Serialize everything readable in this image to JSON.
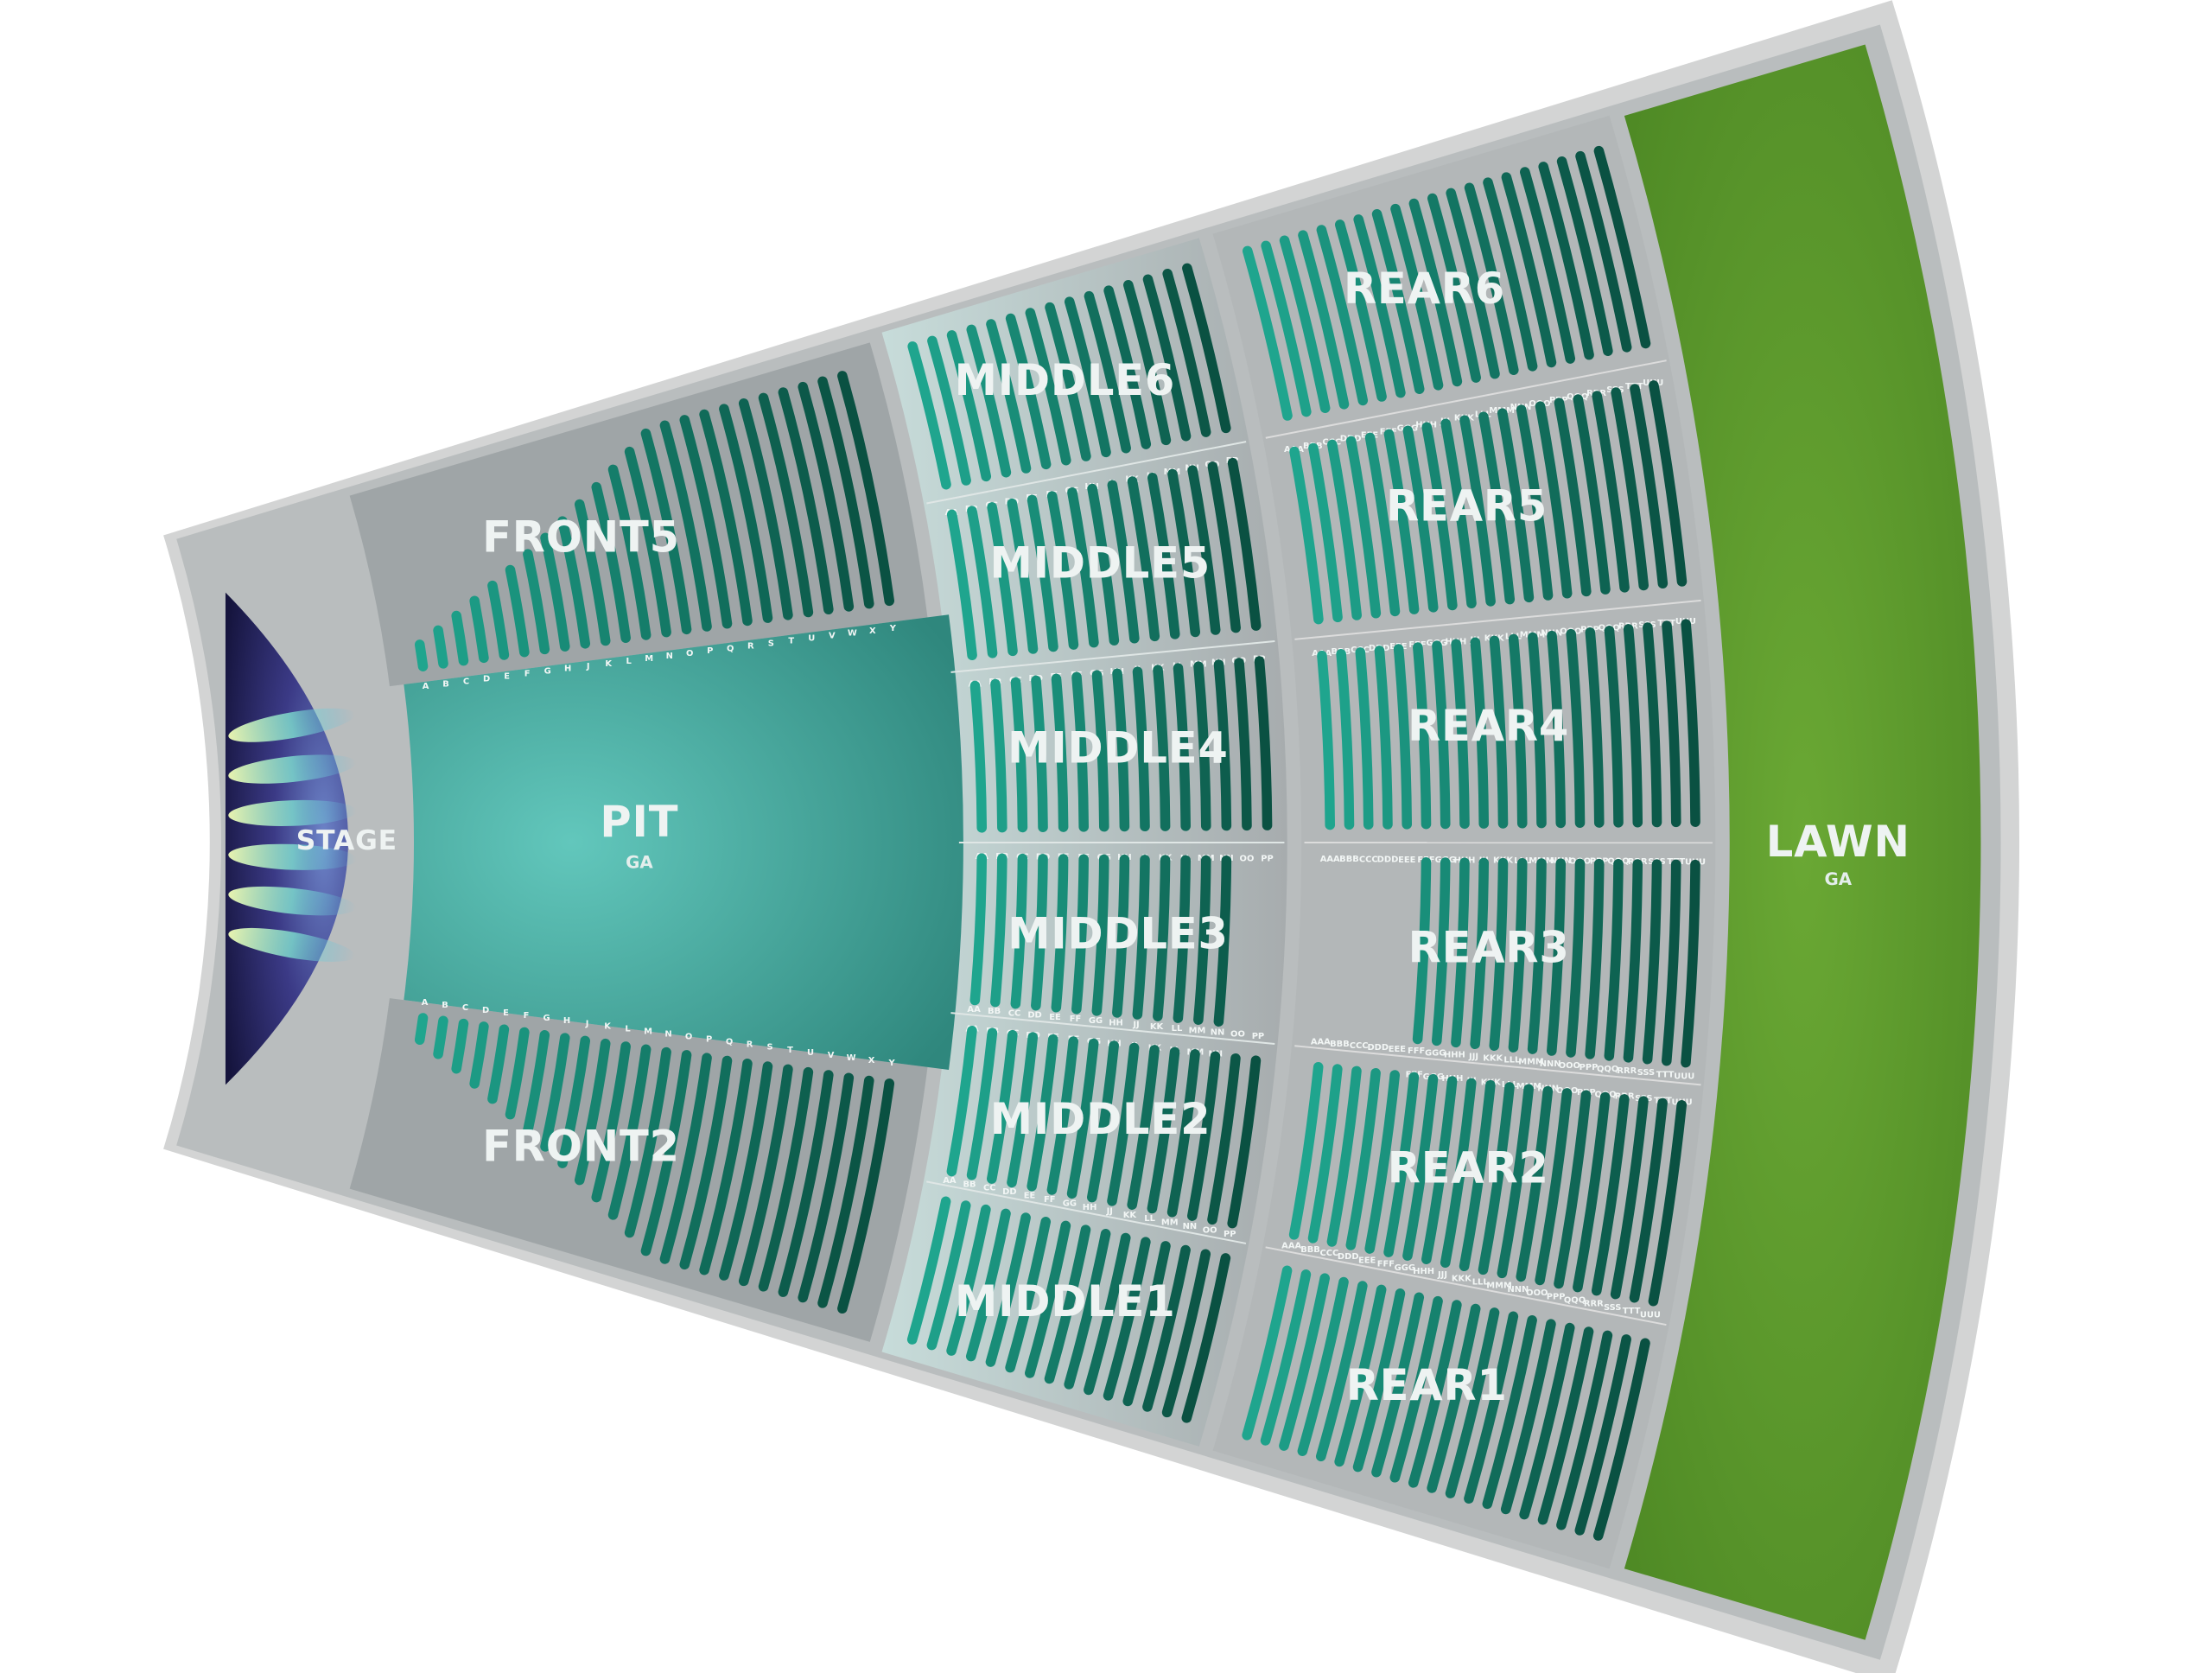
{
  "venue": {
    "stage": "STAGE",
    "pit": {
      "name": "PIT",
      "sub": "GA"
    },
    "lawn": {
      "name": "LAWN",
      "sub": "GA"
    }
  },
  "sections": [
    {
      "id": "front5",
      "name": "FRONT5",
      "rows": [
        "A",
        "B",
        "C",
        "D",
        "E",
        "F",
        "G",
        "H",
        "J",
        "K",
        "L",
        "M",
        "N",
        "O",
        "P",
        "Q",
        "R",
        "S",
        "T",
        "U",
        "V",
        "W",
        "X",
        "Y"
      ]
    },
    {
      "id": "front2",
      "name": "FRONT2",
      "rows": [
        "A",
        "B",
        "C",
        "D",
        "E",
        "F",
        "G",
        "H",
        "J",
        "K",
        "L",
        "M",
        "N",
        "O",
        "P",
        "Q",
        "R",
        "S",
        "T",
        "U",
        "V",
        "W",
        "X",
        "Y"
      ]
    },
    {
      "id": "middle6",
      "name": "MIDDLE6",
      "rows": [
        "AA",
        "BB",
        "CC",
        "DD",
        "EE",
        "FF",
        "GG",
        "HH",
        "JJ",
        "KK",
        "LL",
        "MM",
        "NN",
        "OO",
        "PP"
      ]
    },
    {
      "id": "middle5",
      "name": "MIDDLE5",
      "rows": [
        "AA",
        "BB",
        "CC",
        "DD",
        "EE",
        "FF",
        "GG",
        "HH",
        "JJ",
        "KK",
        "LL",
        "MM",
        "NN",
        "OO",
        "PP"
      ]
    },
    {
      "id": "middle4",
      "name": "MIDDLE4",
      "rows": [
        "AA",
        "BB",
        "CC",
        "DD",
        "EE",
        "FF",
        "GG",
        "HH",
        "JJ",
        "KK",
        "LL",
        "MM",
        "NN",
        "OO",
        "PP"
      ]
    },
    {
      "id": "middle3",
      "name": "MIDDLE3",
      "rows": [
        "AA",
        "BB",
        "CC",
        "DD",
        "EE",
        "FF",
        "GG",
        "HH",
        "JJ",
        "KK",
        "LL",
        "MM",
        "NN"
      ]
    },
    {
      "id": "middle2",
      "name": "MIDDLE2",
      "rows": [
        "AA",
        "BB",
        "CC",
        "DD",
        "EE",
        "FF",
        "GG",
        "HH",
        "JJ",
        "KK",
        "LL",
        "MM",
        "NN",
        "OO",
        "PP"
      ]
    },
    {
      "id": "middle1",
      "name": "MIDDLE1",
      "rows": [
        "AA",
        "BB",
        "CC",
        "DD",
        "EE",
        "FF",
        "GG",
        "HH",
        "JJ",
        "KK",
        "LL",
        "MM",
        "NN",
        "OO",
        "PP"
      ]
    },
    {
      "id": "rear6",
      "name": "REAR6",
      "rows": [
        "AAA",
        "BBB",
        "CCC",
        "DDD",
        "EEE",
        "FFF",
        "GGG",
        "HHH",
        "JJJ",
        "KKK",
        "LLL",
        "MMM",
        "NNN",
        "OOO",
        "PPP",
        "QQQ",
        "RRR",
        "SSS",
        "TTT",
        "UUU"
      ]
    },
    {
      "id": "rear5",
      "name": "REAR5",
      "rows": [
        "AAA",
        "BBB",
        "CCC",
        "DDD",
        "EEE",
        "FFF",
        "GGG",
        "HHH",
        "JJJ",
        "KKK",
        "LLL",
        "MMM",
        "NNN",
        "OOO",
        "PPP",
        "QQQ",
        "RRR",
        "SSS",
        "TTT",
        "UUU"
      ]
    },
    {
      "id": "rear4",
      "name": "REAR4",
      "rows": [
        "AAA",
        "BBB",
        "CCC",
        "DDD",
        "EEE",
        "FFF",
        "GGG",
        "HHH",
        "JJJ",
        "KKK",
        "LLL",
        "MMM",
        "NNN",
        "OOO",
        "PPP",
        "QQQ",
        "RRR",
        "SSS",
        "TTT",
        "UUU"
      ]
    },
    {
      "id": "rear3",
      "name": "REAR3",
      "rows": [
        "FFF",
        "GGG",
        "HHH",
        "JJJ",
        "KKK",
        "LLL",
        "MMM",
        "NNN",
        "OOO",
        "PPP",
        "QQQ",
        "RRR",
        "SSS",
        "TTT",
        "UUU"
      ]
    },
    {
      "id": "rear2",
      "name": "REAR2",
      "rows": [
        "AAA",
        "BBB",
        "CCC",
        "DDD",
        "EEE",
        "FFF",
        "GGG",
        "HHH",
        "JJJ",
        "KKK",
        "LLL",
        "MMM",
        "NNN",
        "OOO",
        "PPP",
        "QQQ",
        "RRR",
        "SSS",
        "TTT",
        "UUU"
      ]
    },
    {
      "id": "rear1",
      "name": "REAR1",
      "rows": [
        "AAA",
        "BBB",
        "CCC",
        "DDD",
        "EEE",
        "FFF",
        "GGG",
        "HHH",
        "JJJ",
        "KKK",
        "LLL",
        "MMM",
        "NNN",
        "OOO",
        "PPP",
        "QQQ",
        "RRR",
        "SSS",
        "TTT",
        "UUU"
      ]
    }
  ],
  "colors": {
    "concrete": "#b9bdbe",
    "border": "#d3d4d4",
    "seat_light": "#1fa58e",
    "seat_dark": "#0b5546",
    "pit": "#44aa9e",
    "lawn": "#5e9a2d",
    "stage": "#1c1b4d"
  }
}
